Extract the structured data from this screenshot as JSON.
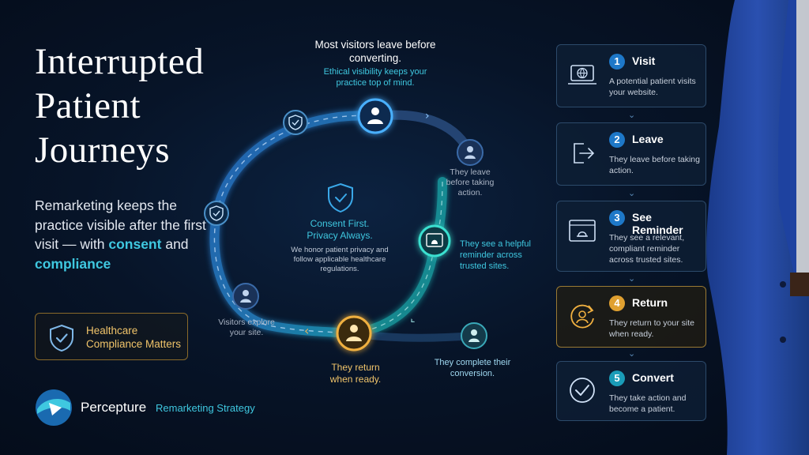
{
  "title_lines": [
    "Interrupted",
    "Patient",
    "Journeys"
  ],
  "subtitle": {
    "part1": "Remarketing keeps the practice visible after the first visit — with ",
    "hl1": "consent",
    "part2": " and ",
    "hl2": "compliance"
  },
  "compliance_badge": "Healthcare Compliance Matters",
  "brand": {
    "name": "Percepture",
    "sub": "Remarketing Strategy"
  },
  "cycle": {
    "top_heading": "Most visitors leave before converting.",
    "top_sub": "Ethical visibility keeps your practice top of mind.",
    "leave_label": "They leave before taking action.",
    "reminder_label": "They see a helpful reminder across trusted sites.",
    "complete_label": "They complete their conversion.",
    "return_label": "They return when ready.",
    "explore_label": "Visitors explore your site.",
    "center_title": "Consent First. Privacy Always.",
    "center_desc": "We honor patient privacy and follow applicable healthcare regulations."
  },
  "steps": [
    {
      "num": "1",
      "title": "Visit",
      "desc": "A potential patient visits your website.",
      "icon": "laptop-globe-icon"
    },
    {
      "num": "2",
      "title": "Leave",
      "desc": "They leave before taking action.",
      "icon": "exit-icon"
    },
    {
      "num": "3",
      "title": "See Reminder",
      "desc": "They see a relevant, compliant reminder across trusted sites.",
      "icon": "browser-bell-icon"
    },
    {
      "num": "4",
      "title": "Return",
      "desc": "They return to your site when ready.",
      "icon": "return-user-icon"
    },
    {
      "num": "5",
      "title": "Convert",
      "desc": "They take action and become a patient.",
      "icon": "check-circle-icon"
    }
  ],
  "colors": {
    "accent_cyan": "#3fc8e0",
    "gold": "#f0c46a",
    "blue": "#1e78c8",
    "background": "#071428"
  }
}
